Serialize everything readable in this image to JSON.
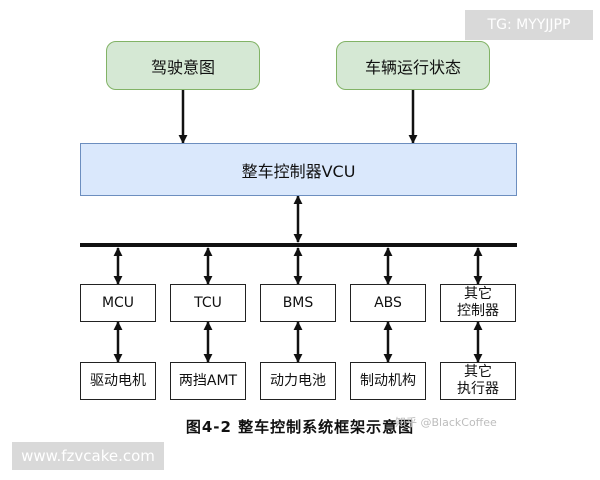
{
  "top_boxes": {
    "driver_intent": "驾驶意图",
    "vehicle_state": "车辆运行状态"
  },
  "vcu": "整车控制器VCU",
  "controllers": [
    "MCU",
    "TCU",
    "BMS",
    "ABS",
    "其它\n控制器"
  ],
  "actuators": [
    "驱动电机",
    "两挡AMT",
    "动力电池",
    "制动机构",
    "其它\n执行器"
  ],
  "caption": "图4-2  整车控制系统框架示意图",
  "watermarks": {
    "telegram": "TG: MYYJJPP",
    "site": "www.fzvcake.com",
    "zhihu": "知乎 @BlackCoffee"
  },
  "colors": {
    "green_fill": "#d5e8d4",
    "green_border": "#82b366",
    "blue_fill": "#dae8fc",
    "blue_border": "#6c8ebf"
  }
}
